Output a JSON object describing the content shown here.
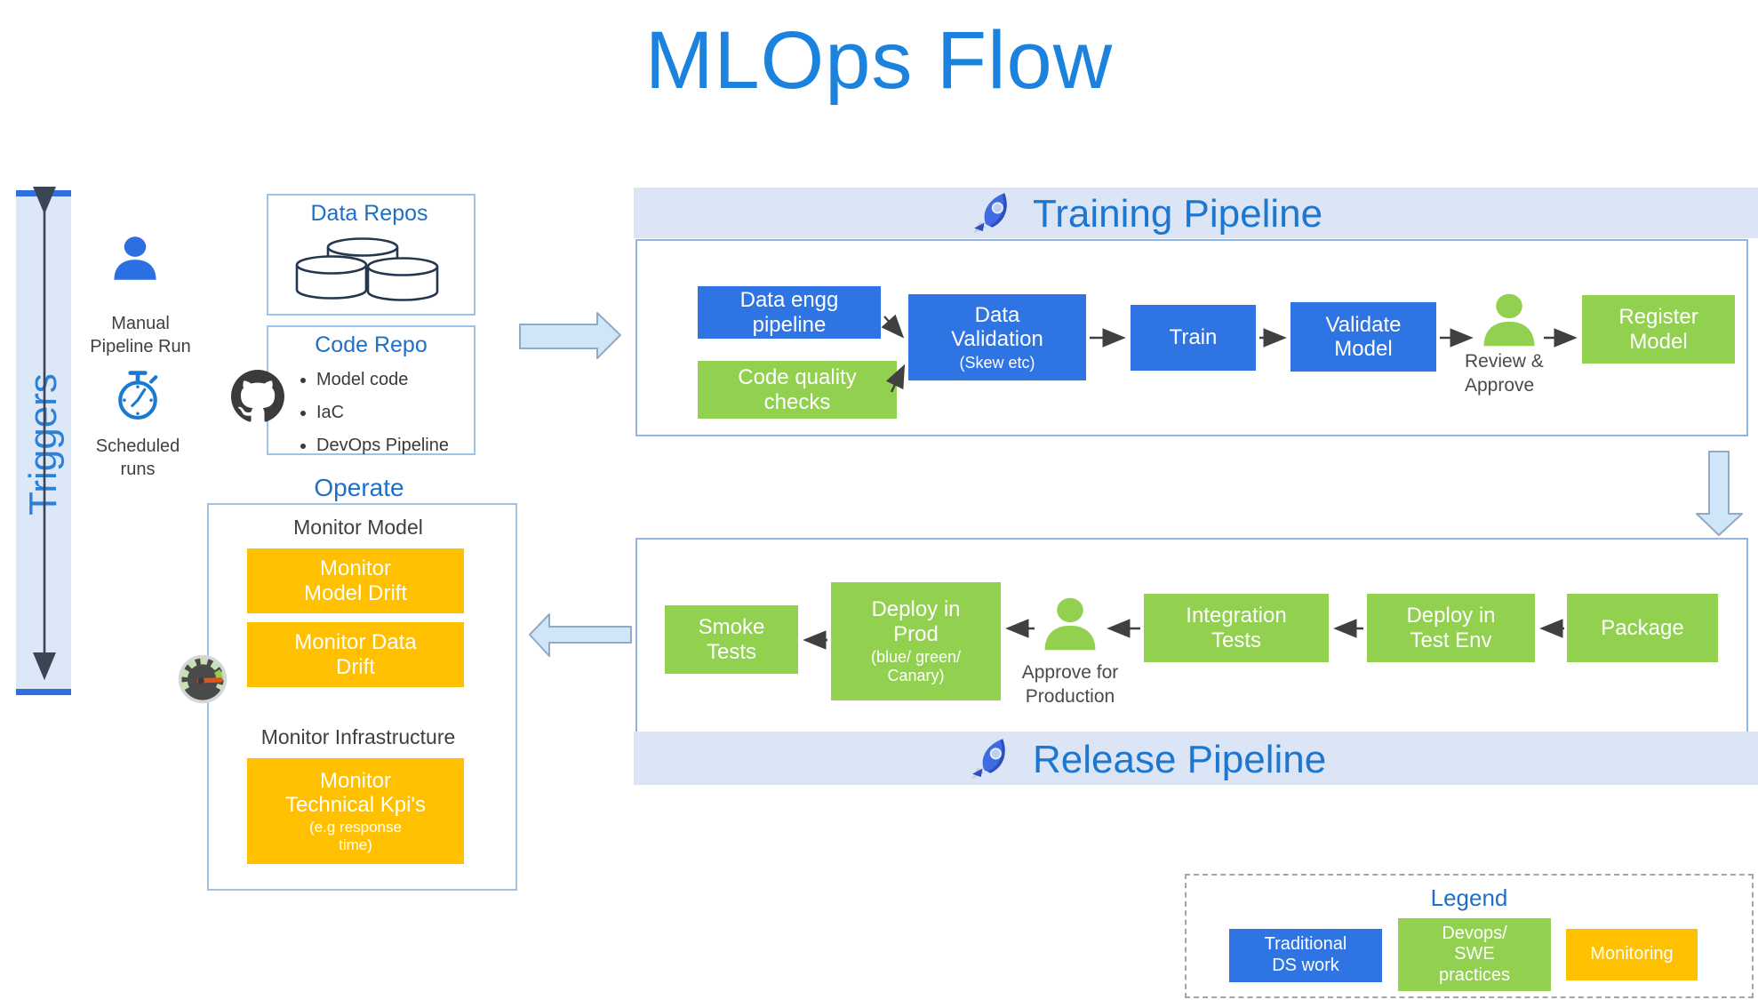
{
  "title": "MLOps Flow",
  "triggers": {
    "label": "Triggers",
    "manual": {
      "label": "Manual\nPipeline Run"
    },
    "scheduled": {
      "label": "Scheduled\nruns"
    }
  },
  "data_repos": {
    "title": "Data Repos"
  },
  "code_repo": {
    "title": "Code Repo",
    "bullets": [
      "Model code",
      "IaC",
      "DevOps Pipeline"
    ]
  },
  "operate": {
    "title": "Operate",
    "monitor_model_heading": "Monitor Model",
    "monitor_model_drift": "Monitor\nModel Drift",
    "monitor_data_drift": "Monitor Data\nDrift",
    "monitor_infrastructure_heading": "Monitor Infrastructure",
    "monitor_kpi": "Monitor\nTechnical Kpi's",
    "monitor_kpi_sub": "(e.g response\ntime)"
  },
  "training": {
    "heading": "Training Pipeline",
    "data_engg": "Data engg\npipeline",
    "code_quality": "Code quality\nchecks",
    "data_validation": "Data\nValidation",
    "data_validation_sub": "(Skew etc)",
    "train": "Train",
    "validate_model": "Validate\nModel",
    "review_approve": "Review &\nApprove",
    "register_model": "Register\nModel"
  },
  "release": {
    "heading": "Release Pipeline",
    "package": "Package",
    "deploy_test": "Deploy in\nTest Env",
    "integration_tests": "Integration\nTests",
    "approve_production": "Approve for\nProduction",
    "deploy_prod": "Deploy in\nProd",
    "deploy_prod_sub": "(blue/ green/\nCanary)",
    "smoke_tests": "Smoke\nTests"
  },
  "legend": {
    "title": "Legend",
    "items": [
      {
        "label": "Traditional\nDS work",
        "color": "#2e74e2"
      },
      {
        "label": "Devops/\nSWE\npractices",
        "color": "#92d050"
      },
      {
        "label": "Monitoring",
        "color": "#ffc000"
      }
    ]
  },
  "colors": {
    "traditional_ds_blue": "#2e74e2",
    "devops_swe_green": "#92d050",
    "monitoring_orange": "#ffc000",
    "section_band": "#dbe5f6",
    "heading_blue": "#1e77cf",
    "title_blue": "#1b83de",
    "arrow_dark": "#404040",
    "block_arrow_fill": "#cfe6f8"
  }
}
